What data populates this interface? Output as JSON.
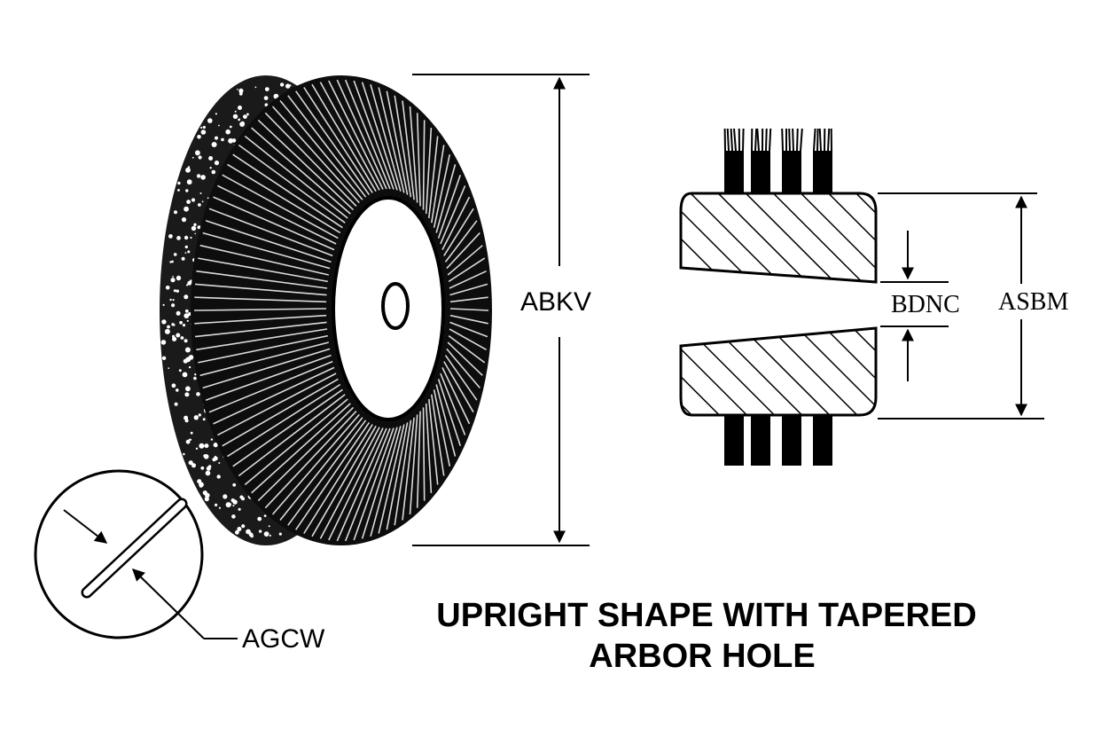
{
  "labels": {
    "overall_diameter": "ABKV",
    "arbor_hole": "BDNC",
    "face_width": "ASBM",
    "wire_diameter": "AGCW"
  },
  "title": {
    "line1": "UPRIGHT SHAPE WITH TAPERED",
    "line2": "ARBOR HOLE"
  },
  "colors": {
    "ink": "#000000",
    "paper": "#ffffff"
  }
}
